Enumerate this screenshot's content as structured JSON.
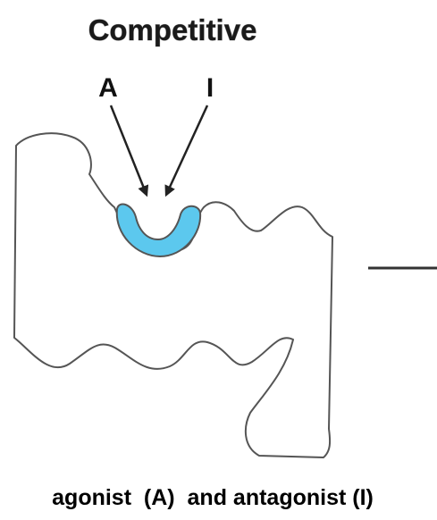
{
  "diagram": {
    "title": "Competitive",
    "labels": {
      "agonist": "A",
      "antagonist": "I"
    },
    "caption": "agonist  (A)  and antagonist (I)",
    "colors": {
      "binding_site": "#5cc8ee",
      "outline": "#555555",
      "arrow": "#222222"
    }
  }
}
